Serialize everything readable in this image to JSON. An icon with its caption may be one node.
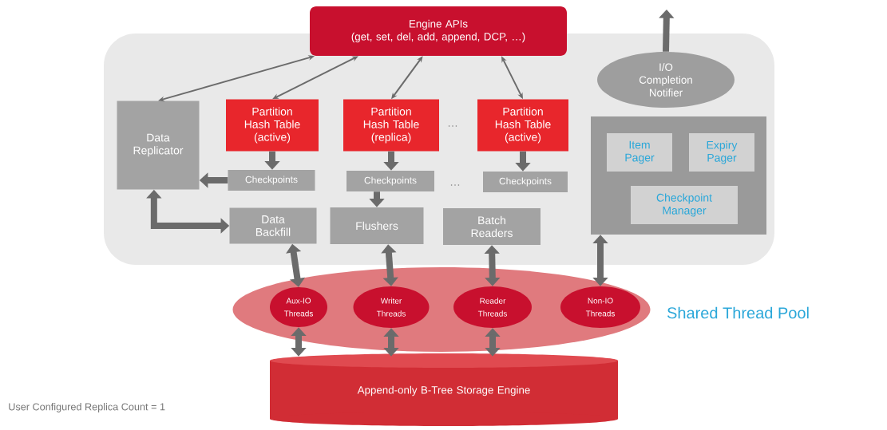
{
  "diagram": {
    "nodes": [
      {
        "text": [],
        "shape": "box"
      },
      {
        "text": [
          "Engine APIs",
          "(get, set, del, add, append, DCP, …)"
        ]
      },
      {
        "text": [
          "I/O Completion Notifier"
        ],
        "in": 0
      },
      {
        "text": [
          "Data Replicator"
        ],
        "in": 0
      },
      {
        "text": [
          "Partition Hash Table (active)"
        ],
        "in": 0
      },
      {
        "text": [
          "Partition Hash Table (replica)"
        ],
        "in": 0
      },
      {
        "text": [
          "Partition Hash Table (active)"
        ],
        "in": 0
      },
      {
        "text": [
          "Checkpoints"
        ],
        "in": 0
      },
      {
        "text": [
          "Checkpoints"
        ],
        "in": 0
      },
      {
        "text": [
          "Checkpoints"
        ],
        "in": 0
      },
      {
        "text": [
          "Data Backfill"
        ],
        "in": 0
      },
      {
        "text": [
          "Flushers"
        ],
        "in": 0
      },
      {
        "text": [
          "Batch Readers"
        ],
        "in": 0
      },
      {
        "text": [],
        "shape": "box",
        "in": 0
      },
      {
        "text": [
          "Item Pager"
        ],
        "in": 13
      },
      {
        "text": [
          "Expiry Pager"
        ],
        "in": 13
      },
      {
        "text": [
          "Checkpoint Manager"
        ],
        "in": 13
      },
      {
        "text": [
          "Shared Thread Pool"
        ]
      },
      {
        "text": [
          "Aux-IO Threads"
        ],
        "in": 17
      },
      {
        "text": [
          "Writer Threads"
        ],
        "in": 17
      },
      {
        "text": [
          "Reader Threads"
        ],
        "in": 17
      },
      {
        "text": [
          "Non-IO Threads"
        ],
        "in": 17
      },
      {
        "text": [
          "Append-only B-Tree Storage Engine"
        ]
      }
    ],
    "edges": [
      {
        "from": 3,
        "to": 1,
        "arrow": "both"
      },
      {
        "from": 4,
        "to": 1,
        "arrow": "both"
      },
      {
        "from": 5,
        "to": 1,
        "arrow": "both"
      },
      {
        "from": 6,
        "to": 1,
        "arrow": "both"
      },
      {
        "from": 2,
        "to": null,
        "arrow": "to"
      },
      {
        "from": 4,
        "to": 7,
        "arrow": "to"
      },
      {
        "from": 5,
        "to": 8,
        "arrow": "to"
      },
      {
        "from": 6,
        "to": 9,
        "arrow": "to"
      },
      {
        "from": 7,
        "to": 3,
        "arrow": "to"
      },
      {
        "from": 8,
        "to": 11,
        "arrow": "to"
      },
      {
        "from": 3,
        "to": 10,
        "arrow": "both"
      },
      {
        "from": 10,
        "to": 18,
        "arrow": "both"
      },
      {
        "from": 11,
        "to": 19,
        "arrow": "both"
      },
      {
        "from": 12,
        "to": 20,
        "arrow": "both"
      },
      {
        "from": 13,
        "to": 21,
        "arrow": "both"
      },
      {
        "from": 18,
        "to": 22,
        "arrow": "both"
      },
      {
        "from": 19,
        "to": 22,
        "arrow": "both"
      },
      {
        "from": 20,
        "to": 22,
        "arrow": "both"
      }
    ],
    "labels": [
      "…",
      "…",
      "User Configured Replica Count = 1"
    ]
  }
}
